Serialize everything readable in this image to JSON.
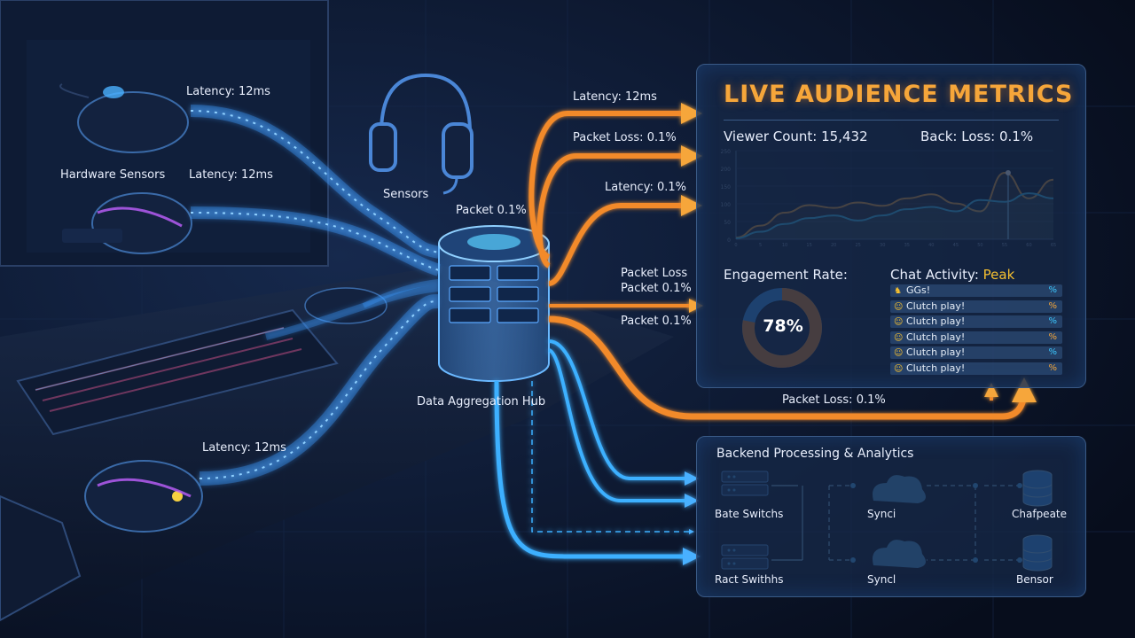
{
  "colors": {
    "background": "#0a1224",
    "blue_flow": "#3a9cff",
    "orange_flow": "#f28a2a",
    "panel_border": "#3a5a86",
    "accent_orange": "#f6a63a",
    "cyan_line": "#3cc8ff"
  },
  "labels": {
    "hardware_sensors": "Hardware Sensors",
    "sensors": "Sensors",
    "hub": "Data Aggregation Hub",
    "latency_top": "Latency: 12ms",
    "latency_mid": "Latency: 12ms",
    "latency_bottom": "Latency: 12ms",
    "packet_hub": "Packet 0.1%",
    "out_latency_1": "Latency: 12ms",
    "out_packet_loss_1": "Packet Loss: 0.1%",
    "out_latency_2": "Latency: 0.1%",
    "out_packet_loss_2a": "Packet Loss",
    "out_packet_loss_2b": "Packet 0.1%",
    "out_packet_3": "Packet 0.1%",
    "out_packet_loss_bottom": "Packet Loss: 0.1%"
  },
  "metrics_panel": {
    "title": "LIVE AUDIENCE METRICS",
    "viewer_count": "Viewer Count: 15,432",
    "back_loss": "Back: Loss: 0.1%",
    "engagement_label": "Engagement Rate:",
    "engagement_value": "78%",
    "engagement_rate": 0.78,
    "chat_label": "Chat Activity:",
    "chat_status": "Peak",
    "chat_messages": [
      {
        "text": "GGs!",
        "avatar": "♞",
        "icon": "%"
      },
      {
        "text": "Clutch play!",
        "avatar": "☺",
        "icon": "%"
      },
      {
        "text": "Clutch play!",
        "avatar": "☺",
        "icon": "%"
      },
      {
        "text": "Clutch play!",
        "avatar": "☺",
        "icon": "%"
      },
      {
        "text": "Clutch play!",
        "avatar": "☺",
        "icon": "%"
      },
      {
        "text": "Clutch play!",
        "avatar": "☺",
        "icon": "%"
      }
    ]
  },
  "chart_data": {
    "type": "area",
    "title": "",
    "xlabel": "",
    "ylabel": "",
    "y_ticks": [
      "0",
      "50",
      "100",
      "150",
      "200",
      "250"
    ],
    "ylim": [
      0,
      260
    ],
    "x_ticks": [
      "0",
      "5",
      "10",
      "15",
      "20",
      "25",
      "30",
      "35",
      "40",
      "45",
      "50",
      "55",
      "60",
      "65"
    ],
    "series": [
      {
        "values": [
          5,
          40,
          78,
          100,
          92,
          108,
          98,
          120,
          132,
          105,
          82,
          195,
          120,
          175
        ],
        "color": "#f6a63a"
      },
      {
        "values": [
          3,
          22,
          45,
          62,
          70,
          55,
          70,
          88,
          95,
          82,
          115,
          110,
          135,
          120
        ],
        "color": "#3cc8ff"
      }
    ]
  },
  "backend_panel": {
    "title": "Backend Processing & Analytics",
    "nodes": [
      {
        "label": "Bate Switchs",
        "icon": "server-icon"
      },
      {
        "label": "Synci",
        "icon": "cloud-icon"
      },
      {
        "label": "Chafpeate",
        "icon": "database-icon"
      },
      {
        "label": "Ract Swithhs",
        "icon": "server-icon"
      },
      {
        "label": "Syncl",
        "icon": "cloud-icon"
      },
      {
        "label": "Bensor",
        "icon": "database-icon"
      }
    ]
  }
}
